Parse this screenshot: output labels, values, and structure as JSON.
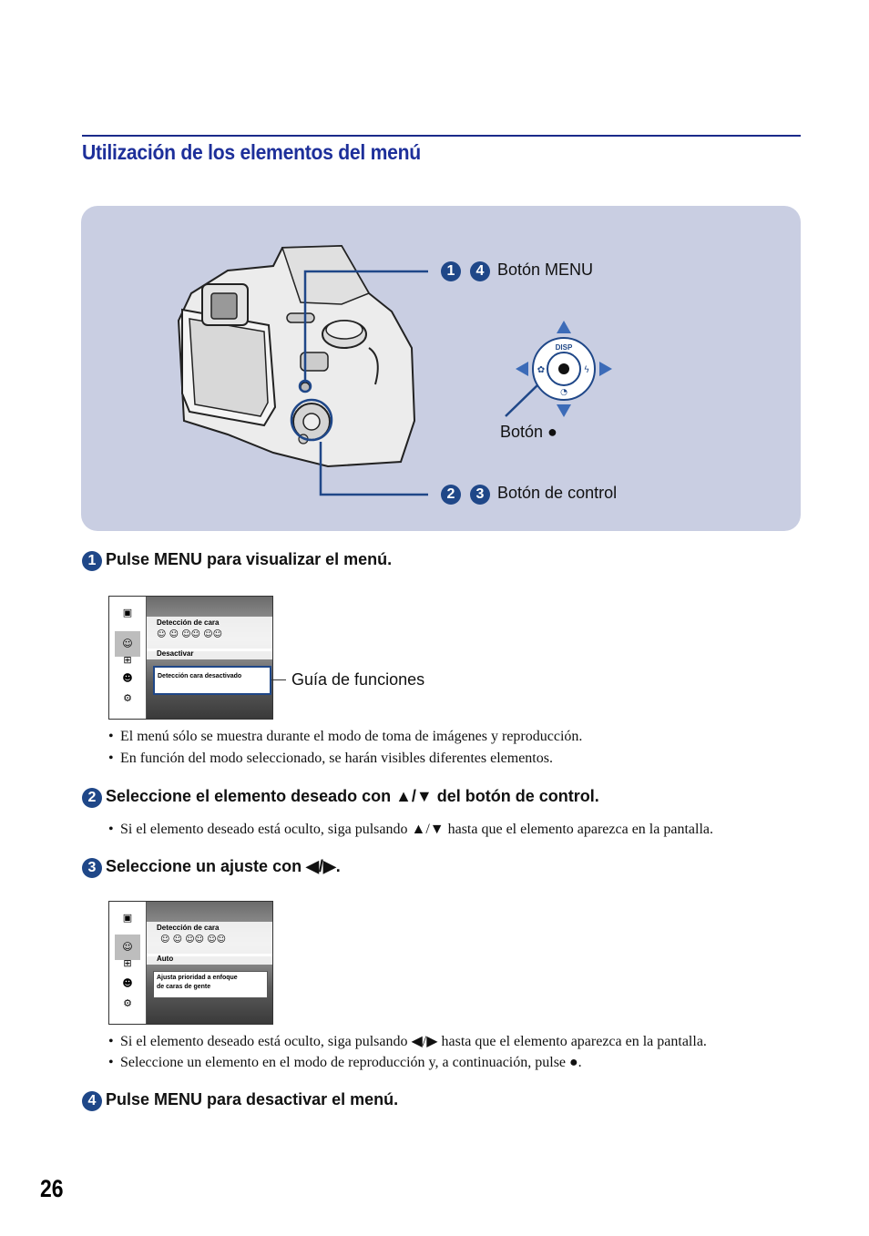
{
  "section_title": "Utilización de los elementos del menú",
  "diagram": {
    "callout_menu": {
      "n1": "1",
      "n2": "4",
      "label": "Botón MENU"
    },
    "callout_control": {
      "n1": "2",
      "n2": "3",
      "label": "Botón de control"
    },
    "center_button_label": "Botón ●",
    "disp_label": "DISP"
  },
  "steps": [
    {
      "number": "1",
      "text": "Pulse MENU para visualizar el menú."
    },
    {
      "number": "2",
      "text": "Seleccione el elemento deseado con ▲/▼ del botón de control."
    },
    {
      "number": "3",
      "text": "Seleccione un ajuste con ◀/▶."
    },
    {
      "number": "4",
      "text": "Pulse MENU para desactivar el menú."
    }
  ],
  "screen1": {
    "header": "Detección de cara",
    "value": "Desactivar",
    "guide": "Detección cara desactivado",
    "guide_label": "Guía de funciones"
  },
  "screen2": {
    "header": "Detección de cara",
    "value": "Auto",
    "guide_line1": "Ajusta prioridad a enfoque",
    "guide_line2": "de caras de gente"
  },
  "bullets_step1": [
    "El menú sólo se muestra durante el modo de toma de imágenes y reproducción.",
    "En función del modo seleccionado, se harán visibles diferentes elementos."
  ],
  "bullets_step2": [
    "Si el elemento deseado está oculto, siga pulsando ▲/▼ hasta que el elemento aparezca en la pantalla."
  ],
  "bullets_step3": [
    "Si el elemento deseado está oculto, siga pulsando ◀/▶ hasta que el elemento aparezca en la pantalla.",
    "Seleccione un elemento en el modo de reproducción y, a continuación, pulse ●."
  ],
  "page_number": "26",
  "colors": {
    "title": "#1d2f9a",
    "panel": "#c9cee2",
    "badge": "#1f4788",
    "leader": "#1f4788"
  }
}
